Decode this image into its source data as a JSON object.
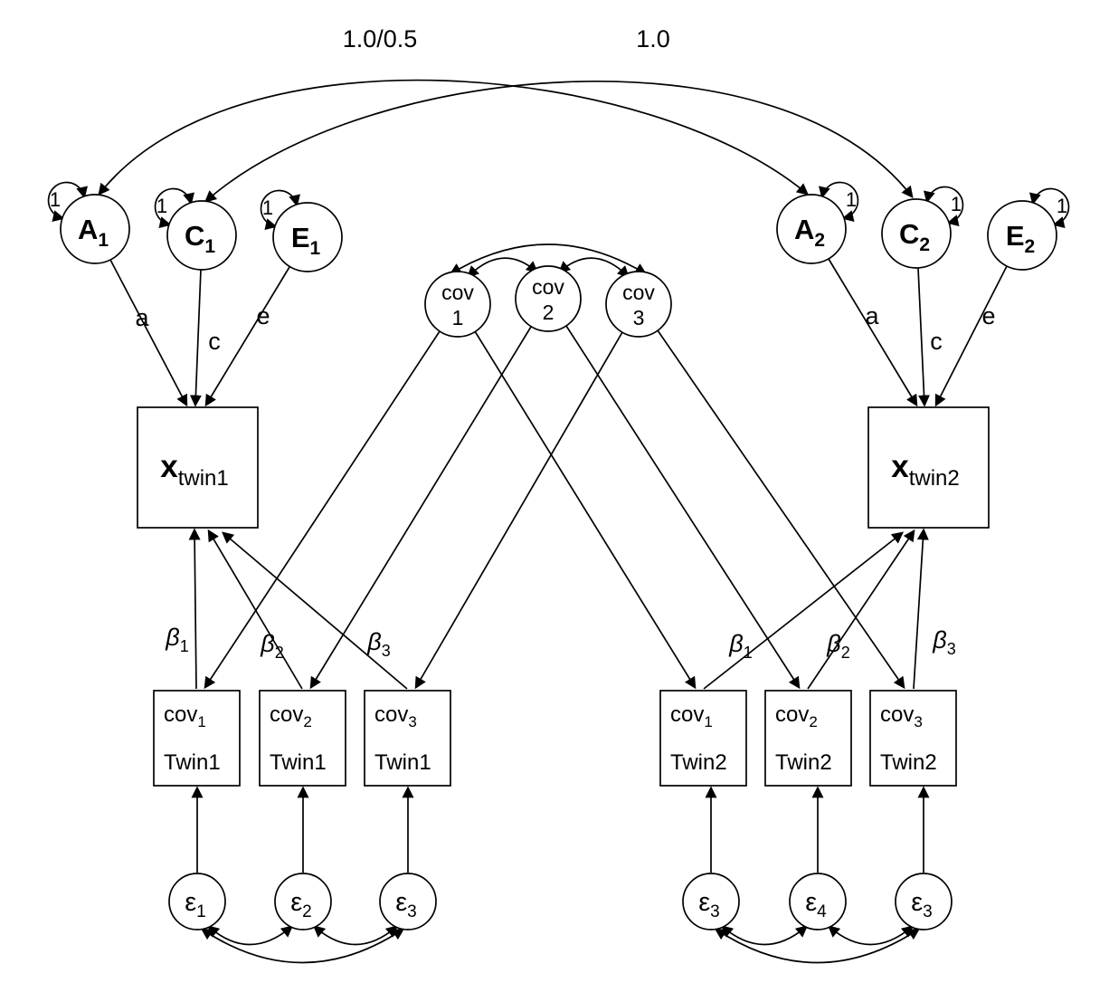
{
  "correlations": {
    "rA": "1.0/0.5",
    "rC": "1.0"
  },
  "unit_label": "1",
  "latents": {
    "A1": {
      "main": "A",
      "sub": "1"
    },
    "C1": {
      "main": "C",
      "sub": "1"
    },
    "E1": {
      "main": "E",
      "sub": "1"
    },
    "A2": {
      "main": "A",
      "sub": "2"
    },
    "C2": {
      "main": "C",
      "sub": "2"
    },
    "E2": {
      "main": "E",
      "sub": "2"
    }
  },
  "path_labels": {
    "a": "a",
    "c": "c",
    "e": "e"
  },
  "beta_labels": {
    "b1": {
      "main": "β",
      "sub": "1"
    },
    "b2": {
      "main": "β",
      "sub": "2"
    },
    "b3": {
      "main": "β",
      "sub": "3"
    }
  },
  "phenotypes": {
    "twin1": {
      "main": "x",
      "sub": "twin1"
    },
    "twin2": {
      "main": "x",
      "sub": "twin2"
    }
  },
  "covariate_factors": [
    {
      "line1": "cov",
      "line2": "1"
    },
    {
      "line1": "cov",
      "line2": "2"
    },
    {
      "line1": "cov",
      "line2": "3"
    }
  ],
  "covariate_boxes": {
    "twin1": [
      {
        "main": "cov",
        "sub": "1",
        "twin": "Twin1"
      },
      {
        "main": "cov",
        "sub": "2",
        "twin": "Twin1"
      },
      {
        "main": "cov",
        "sub": "3",
        "twin": "Twin1"
      }
    ],
    "twin2": [
      {
        "main": "cov",
        "sub": "1",
        "twin": "Twin2"
      },
      {
        "main": "cov",
        "sub": "2",
        "twin": "Twin2"
      },
      {
        "main": "cov",
        "sub": "3",
        "twin": "Twin2"
      }
    ]
  },
  "residuals": {
    "twin1": [
      {
        "main": "ε",
        "sub": "1"
      },
      {
        "main": "ε",
        "sub": "2"
      },
      {
        "main": "ε",
        "sub": "3"
      }
    ],
    "twin2": [
      {
        "main": "ε",
        "sub": "3"
      },
      {
        "main": "ε",
        "sub": "4"
      },
      {
        "main": "ε",
        "sub": "3"
      }
    ]
  },
  "colors": {
    "stroke": "#000000",
    "background": "#ffffff"
  }
}
